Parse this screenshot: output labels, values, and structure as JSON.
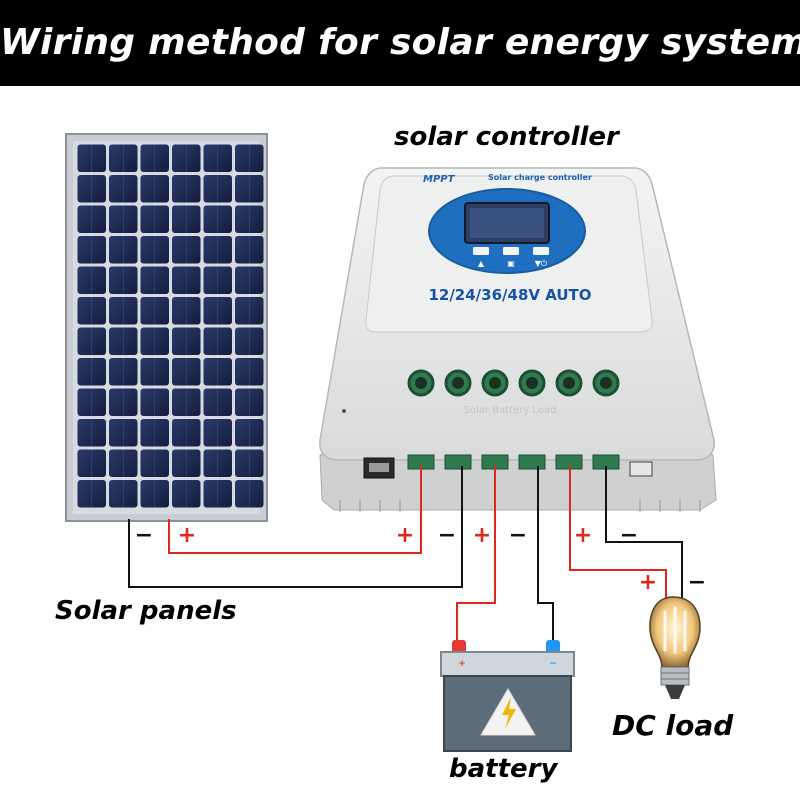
{
  "title": "Wiring method for solar energy system",
  "labels": {
    "controller": "solar controller",
    "panels": "Solar panels",
    "battery": "battery",
    "load": "DC load"
  },
  "controller": {
    "brand": "MPPT",
    "header": "Solar charge controller",
    "voltage": "12/24/36/48V AUTO",
    "embossed": "Solar Battery Load"
  },
  "terminals": {
    "solar_neg": "−",
    "solar_pos": "+",
    "ctrl_solar_pos": "+",
    "ctrl_solar_neg": "−",
    "ctrl_batt_pos": "+",
    "ctrl_batt_neg": "−",
    "ctrl_load_pos": "+",
    "ctrl_load_neg": "−",
    "load_pos": "+",
    "load_neg": "−",
    "batt_pos": "+",
    "batt_neg": "−"
  },
  "colors": {
    "positive": "#e0271f",
    "negative": "#111111",
    "title_bg": "#000000",
    "panel": "#1d2a55",
    "lcd_ring": "#1f6fc0",
    "battery_pos": "#e53935",
    "battery_neg": "#2196f3"
  }
}
